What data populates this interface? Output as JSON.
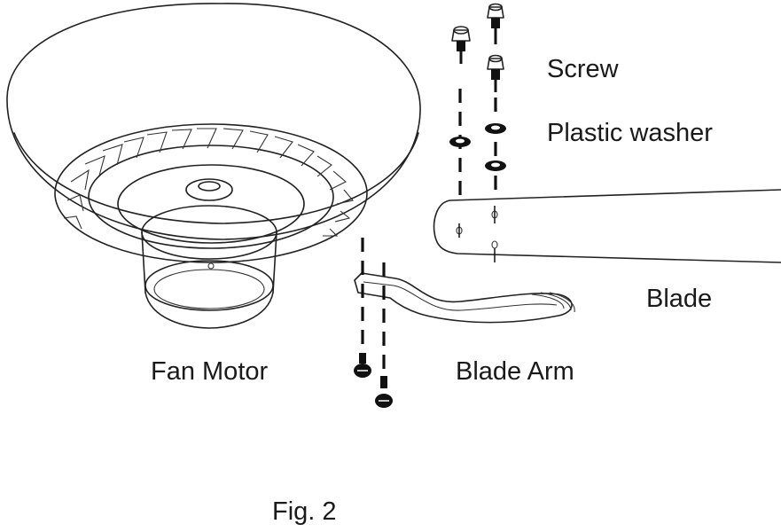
{
  "labels": {
    "screw": "Screw",
    "plastic_washer": "Plastic washer",
    "blade": "Blade",
    "fan_motor": "Fan Motor",
    "blade_arm": "Blade Arm",
    "figure": "Fig. 2"
  }
}
